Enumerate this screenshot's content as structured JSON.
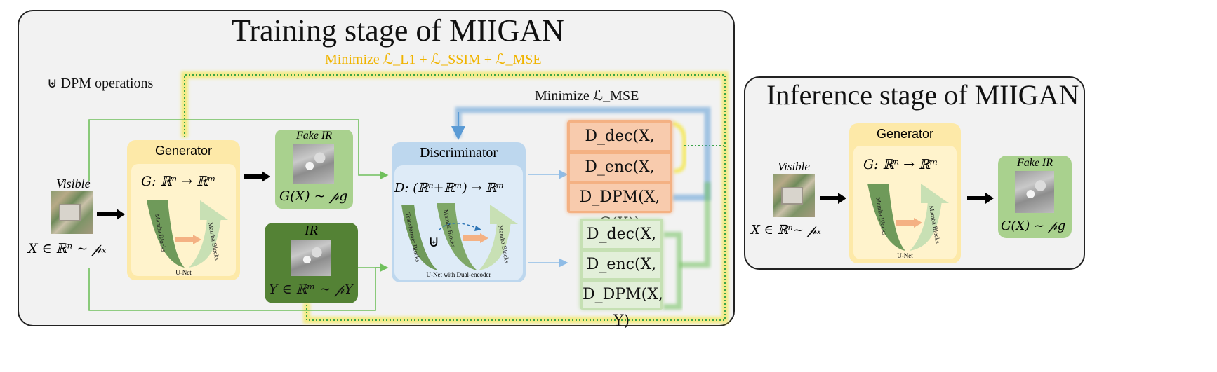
{
  "training": {
    "title": "Training stage of MIIGAN",
    "minimize_top": "Minimize  ℒ_L1 + ℒ_SSIM + ℒ_MSE",
    "minimize_mse": "Minimize  ℒ_MSE",
    "dpm_legend": "⊎ DPM operations",
    "visible_label": "Visible",
    "visible_eq": "X ∈ ℝⁿ ~ 𝓅ₓ",
    "generator": {
      "title": "Generator",
      "eq": "G: ℝⁿ → ℝᵐ",
      "left_arm": "Mamba Blocks",
      "right_arm": "Mamba Blocks",
      "caption": "U-Net"
    },
    "fake_ir": {
      "label": "Fake IR",
      "eq": "G(X) ~ 𝓅g"
    },
    "ir": {
      "label": "IR",
      "eq": "Y ∈ ℝᵐ ~ 𝓅Y"
    },
    "discriminator": {
      "title": "Discriminator",
      "eq": "D: (ℝⁿ+ℝᵐ) → ℝᵐ",
      "arm1": "Transformer Blocks",
      "arm2": "Mamba Blocks",
      "arm3": "Mamba Blocks",
      "dpm_symbol": "⊎",
      "caption": "U-Net  with Dual-encoder"
    },
    "fake_outputs": [
      "D_dec(X, G(X))",
      "D_enc(X, G(X))",
      "D_DPM(X, G(X))"
    ],
    "real_outputs": [
      "D_dec(X, Y)",
      "D_enc(X, Y)",
      "D_DPM(X, Y)"
    ]
  },
  "inference": {
    "title": "Inference stage of MIIGAN",
    "visible_label": "Visible",
    "visible_eq": "X ∈ ℝⁿ~ 𝓅ₓ",
    "generator": {
      "title": "Generator",
      "eq": "G: ℝⁿ → ℝᵐ",
      "left_arm": "Mamba Blocks",
      "right_arm": "Mamba Blocks",
      "caption": "U-Net"
    },
    "fake_ir": {
      "label": "Fake IR",
      "eq": "G(X) ~ 𝓅g"
    }
  },
  "colors": {
    "yellow_box": "#fde9a8",
    "yellow_inner": "#fff3cc",
    "green_fake": "#a9d18e",
    "green_ir": "#548235",
    "blue_disc": "#bdd7ee",
    "orange_out": "#f4b183",
    "green_out": "#e2efd9",
    "line_green": "#70c05c",
    "line_blue": "#5b9bd5",
    "line_yellow": "#f5e52a",
    "minimize_yellow": "#f0b400"
  }
}
